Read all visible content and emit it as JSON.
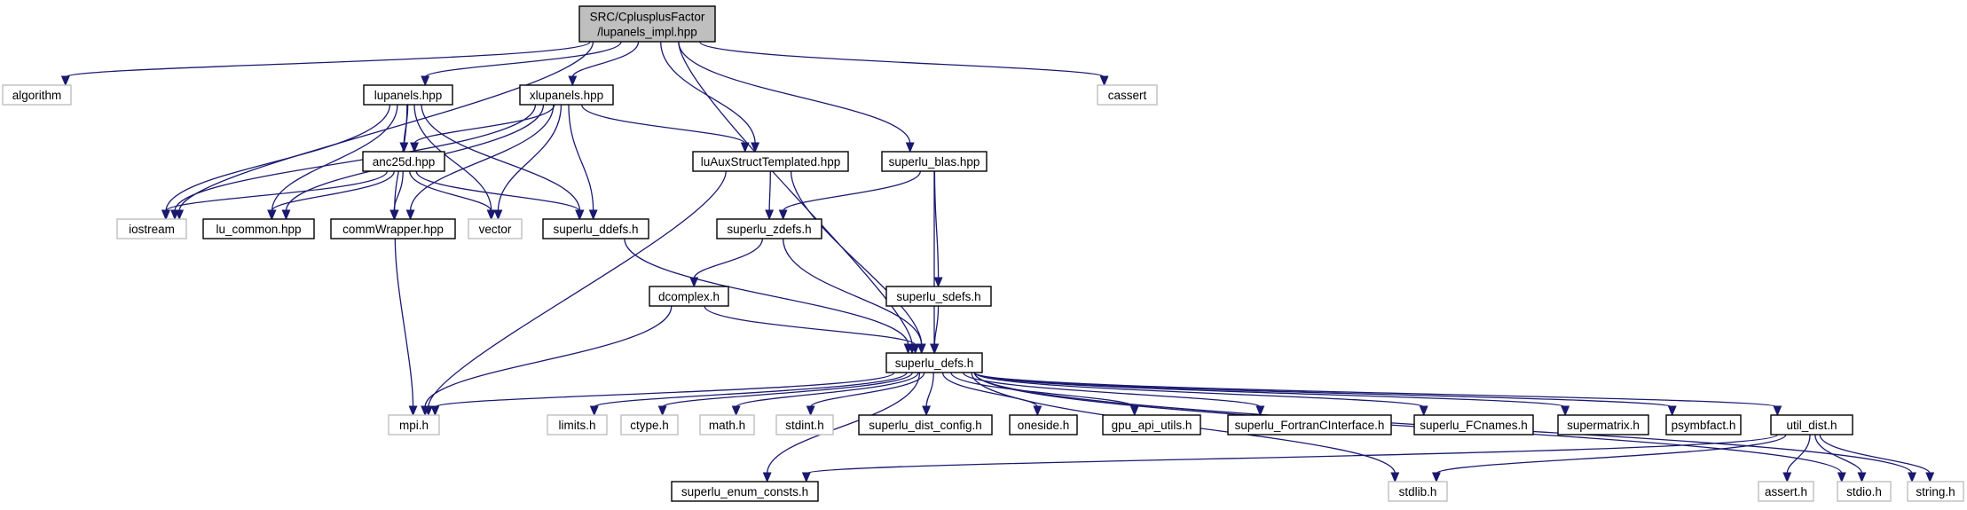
{
  "colors": {
    "edge": "#191970",
    "root_fill": "#bfbfbf",
    "node_border": "#000000",
    "external_border": "#bfbfbf",
    "text": "#000000",
    "external_text": "#7f7f7f"
  },
  "nodes": [
    {
      "id": "root",
      "lines": [
        "SRC/CplusplusFactor",
        "/lupanels_impl.hpp"
      ],
      "kind": "root"
    },
    {
      "id": "algorithm",
      "lines": [
        "algorithm"
      ],
      "kind": "external"
    },
    {
      "id": "lupanels",
      "lines": [
        "lupanels.hpp"
      ],
      "kind": "local"
    },
    {
      "id": "xlupanels",
      "lines": [
        "xlupanels.hpp"
      ],
      "kind": "local"
    },
    {
      "id": "luaux",
      "lines": [
        "luAuxStructTemplated.hpp"
      ],
      "kind": "local"
    },
    {
      "id": "sblas",
      "lines": [
        "superlu_blas.hpp"
      ],
      "kind": "local"
    },
    {
      "id": "cassert",
      "lines": [
        "cassert"
      ],
      "kind": "external"
    },
    {
      "id": "iostream",
      "lines": [
        "iostream"
      ],
      "kind": "external"
    },
    {
      "id": "anc25d",
      "lines": [
        "anc25d.hpp"
      ],
      "kind": "local"
    },
    {
      "id": "lucommon",
      "lines": [
        "lu_common.hpp"
      ],
      "kind": "local"
    },
    {
      "id": "commwrap",
      "lines": [
        "commWrapper.hpp"
      ],
      "kind": "local"
    },
    {
      "id": "vector",
      "lines": [
        "vector"
      ],
      "kind": "external"
    },
    {
      "id": "sddefs",
      "lines": [
        "superlu_ddefs.h"
      ],
      "kind": "local"
    },
    {
      "id": "szdefs",
      "lines": [
        "superlu_zdefs.h"
      ],
      "kind": "local"
    },
    {
      "id": "dcomplex",
      "lines": [
        "dcomplex.h"
      ],
      "kind": "local"
    },
    {
      "id": "ssdefs",
      "lines": [
        "superlu_sdefs.h"
      ],
      "kind": "local"
    },
    {
      "id": "sdefs",
      "lines": [
        "superlu_defs.h"
      ],
      "kind": "local"
    },
    {
      "id": "mpi",
      "lines": [
        "mpi.h"
      ],
      "kind": "external"
    },
    {
      "id": "limits",
      "lines": [
        "limits.h"
      ],
      "kind": "external"
    },
    {
      "id": "ctype",
      "lines": [
        "ctype.h"
      ],
      "kind": "external"
    },
    {
      "id": "math",
      "lines": [
        "math.h"
      ],
      "kind": "external"
    },
    {
      "id": "stdint",
      "lines": [
        "stdint.h"
      ],
      "kind": "external"
    },
    {
      "id": "sdconfig",
      "lines": [
        "superlu_dist_config.h"
      ],
      "kind": "local"
    },
    {
      "id": "oneside",
      "lines": [
        "oneside.h"
      ],
      "kind": "local"
    },
    {
      "id": "gpuapi",
      "lines": [
        "gpu_api_utils.h"
      ],
      "kind": "local"
    },
    {
      "id": "sfortran",
      "lines": [
        "superlu_FortranCInterface.h"
      ],
      "kind": "local"
    },
    {
      "id": "sfcnames",
      "lines": [
        "superlu_FCnames.h"
      ],
      "kind": "local"
    },
    {
      "id": "supermatrix",
      "lines": [
        "supermatrix.h"
      ],
      "kind": "local"
    },
    {
      "id": "psymbfact",
      "lines": [
        "psymbfact.h"
      ],
      "kind": "local"
    },
    {
      "id": "utildist",
      "lines": [
        "util_dist.h"
      ],
      "kind": "local"
    },
    {
      "id": "stdio",
      "lines": [
        "stdio.h"
      ],
      "kind": "external"
    },
    {
      "id": "stringh",
      "lines": [
        "string.h"
      ],
      "kind": "external"
    },
    {
      "id": "senum",
      "lines": [
        "superlu_enum_consts.h"
      ],
      "kind": "local"
    },
    {
      "id": "stdlib",
      "lines": [
        "stdlib.h"
      ],
      "kind": "external"
    },
    {
      "id": "asserth",
      "lines": [
        "assert.h"
      ],
      "kind": "external"
    }
  ],
  "edges": [
    [
      "root",
      "algorithm"
    ],
    [
      "root",
      "lupanels"
    ],
    [
      "root",
      "xlupanels"
    ],
    [
      "root",
      "luaux"
    ],
    [
      "root",
      "sblas"
    ],
    [
      "root",
      "cassert"
    ],
    [
      "root",
      "iostream"
    ],
    [
      "root",
      "sdefs"
    ],
    [
      "lupanels",
      "iostream"
    ],
    [
      "lupanels",
      "anc25d"
    ],
    [
      "lupanels",
      "lucommon"
    ],
    [
      "lupanels",
      "commwrap"
    ],
    [
      "lupanels",
      "vector"
    ],
    [
      "lupanels",
      "sddefs"
    ],
    [
      "xlupanels",
      "iostream"
    ],
    [
      "xlupanels",
      "anc25d"
    ],
    [
      "xlupanels",
      "lucommon"
    ],
    [
      "xlupanels",
      "commwrap"
    ],
    [
      "xlupanels",
      "vector"
    ],
    [
      "xlupanels",
      "sddefs"
    ],
    [
      "xlupanels",
      "luaux"
    ],
    [
      "anc25d",
      "iostream"
    ],
    [
      "anc25d",
      "lucommon"
    ],
    [
      "anc25d",
      "commwrap"
    ],
    [
      "anc25d",
      "vector"
    ],
    [
      "anc25d",
      "sddefs"
    ],
    [
      "commwrap",
      "mpi"
    ],
    [
      "sddefs",
      "sdefs"
    ],
    [
      "luaux",
      "szdefs"
    ],
    [
      "luaux",
      "sdefs"
    ],
    [
      "luaux",
      "mpi"
    ],
    [
      "sblas",
      "szdefs"
    ],
    [
      "sblas",
      "ssdefs"
    ],
    [
      "sblas",
      "sdefs"
    ],
    [
      "szdefs",
      "dcomplex"
    ],
    [
      "szdefs",
      "sdefs"
    ],
    [
      "dcomplex",
      "sdefs"
    ],
    [
      "dcomplex",
      "mpi"
    ],
    [
      "ssdefs",
      "sdefs"
    ],
    [
      "sdefs",
      "mpi"
    ],
    [
      "sdefs",
      "limits"
    ],
    [
      "sdefs",
      "ctype"
    ],
    [
      "sdefs",
      "math"
    ],
    [
      "sdefs",
      "stdint"
    ],
    [
      "sdefs",
      "sdconfig"
    ],
    [
      "sdefs",
      "oneside"
    ],
    [
      "sdefs",
      "gpuapi"
    ],
    [
      "sdefs",
      "sfortran"
    ],
    [
      "sdefs",
      "sfcnames"
    ],
    [
      "sdefs",
      "supermatrix"
    ],
    [
      "sdefs",
      "psymbfact"
    ],
    [
      "sdefs",
      "utildist"
    ],
    [
      "sdefs",
      "stdio"
    ],
    [
      "sdefs",
      "stringh"
    ],
    [
      "sdefs",
      "senum"
    ],
    [
      "sdefs",
      "stdlib"
    ],
    [
      "utildist",
      "senum"
    ],
    [
      "utildist",
      "stdlib"
    ],
    [
      "utildist",
      "asserth"
    ],
    [
      "utildist",
      "stdio"
    ],
    [
      "utildist",
      "stringh"
    ]
  ]
}
